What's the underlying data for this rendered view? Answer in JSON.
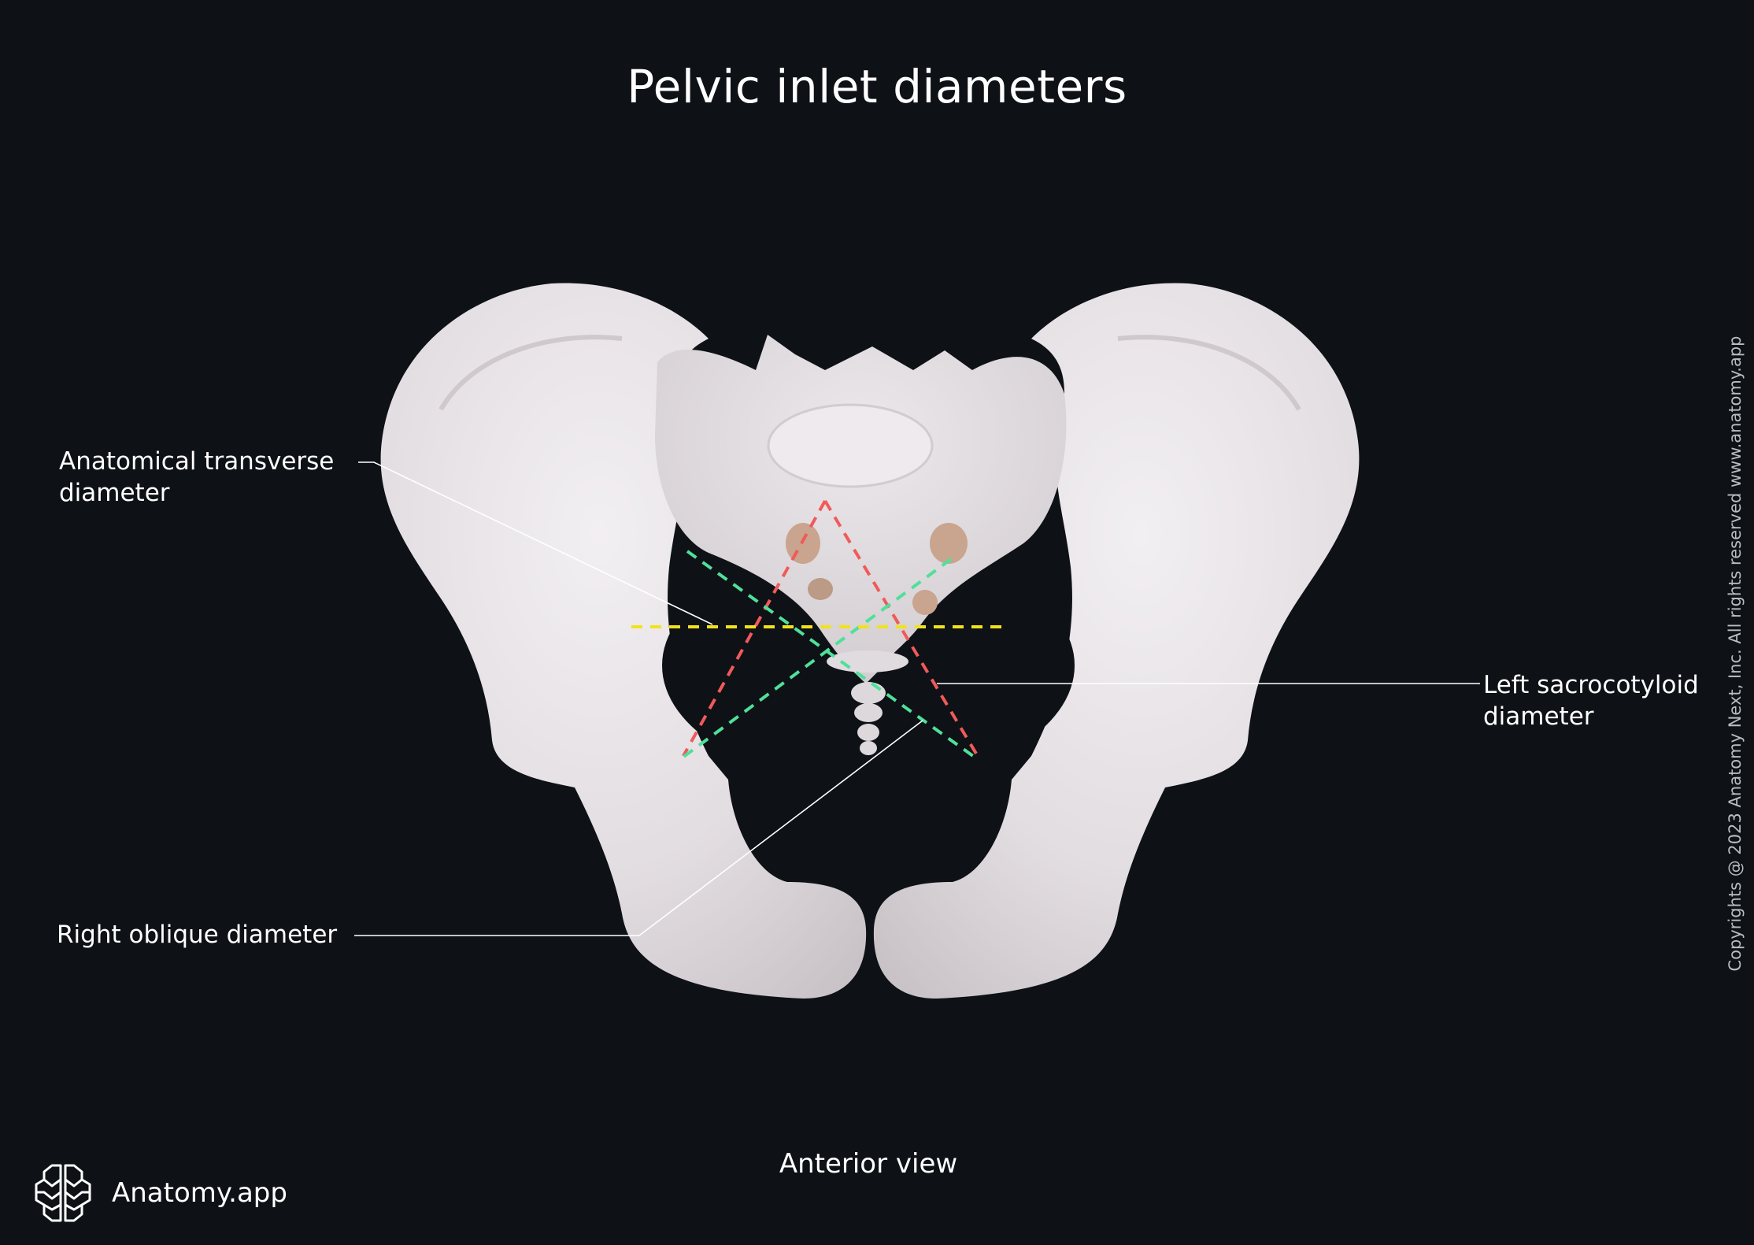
{
  "title": "Pelvic inlet diameters",
  "labels": {
    "transverse_line1": "Anatomical transverse",
    "transverse_line2": "diameter",
    "sacrocotyloid_line1": "Left sacrocotyloid",
    "sacrocotyloid_line2": "diameter",
    "right_oblique": "Right oblique diameter"
  },
  "view": "Anterior view",
  "copyright": "Copyrights @ 2023 Anatomy Next, Inc. All rights reserved www.anatomy.app",
  "logo": {
    "text": "Anatomy.app",
    "icon": "brain-icon"
  },
  "colors": {
    "background": "#0e1116",
    "bone": "#e4e0e4",
    "conjugate_line": "#f05a5a",
    "transverse_line": "#f2e21b",
    "oblique_line": "#4fe09a",
    "leader_line": "#ffffff"
  }
}
